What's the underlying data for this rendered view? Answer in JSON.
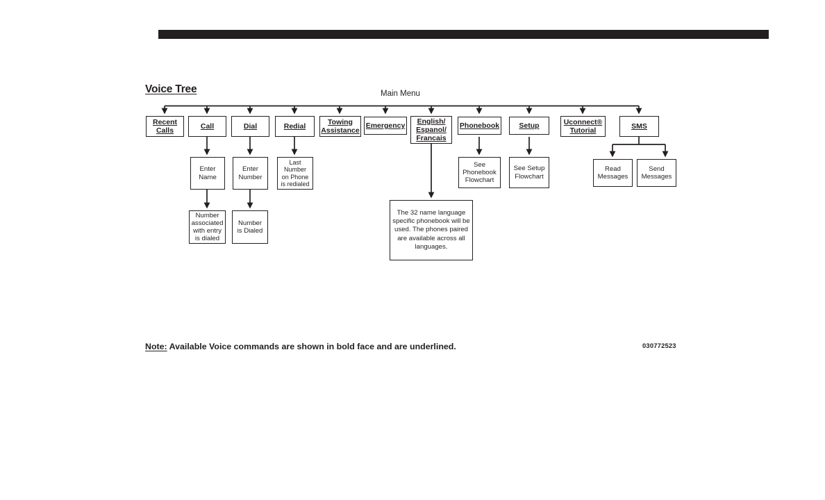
{
  "page": {
    "background_color": "#ffffff",
    "ink_color": "#231f20",
    "top_rule": {
      "present": true,
      "color": "#231f20"
    }
  },
  "diagram": {
    "title": "Voice Tree",
    "root_label": "Main Menu",
    "type": "flowchart",
    "level1": [
      {
        "id": "recent-calls",
        "lines": [
          "Recent",
          "Calls"
        ],
        "style": "command"
      },
      {
        "id": "call",
        "lines": [
          "Call"
        ],
        "style": "command"
      },
      {
        "id": "dial",
        "lines": [
          "Dial"
        ],
        "style": "command"
      },
      {
        "id": "redial",
        "lines": [
          "Redial"
        ],
        "style": "command"
      },
      {
        "id": "towing-assistance",
        "lines": [
          "Towing",
          "Assistance"
        ],
        "style": "command"
      },
      {
        "id": "emergency",
        "lines": [
          "Emergency"
        ],
        "style": "command"
      },
      {
        "id": "language",
        "lines": [
          "English/",
          "Espanol/",
          "Francais"
        ],
        "style": "command"
      },
      {
        "id": "phonebook",
        "lines": [
          "Phonebook"
        ],
        "style": "command"
      },
      {
        "id": "setup",
        "lines": [
          "Setup"
        ],
        "style": "command"
      },
      {
        "id": "uconnect-tutorial",
        "lines": [
          "Uconnect®",
          "Tutorial"
        ],
        "style": "command"
      },
      {
        "id": "sms",
        "lines": [
          "SMS"
        ],
        "style": "command"
      }
    ],
    "level2": [
      {
        "id": "enter-name",
        "parent": "call",
        "lines": [
          "Enter",
          "Name"
        ],
        "style": "description"
      },
      {
        "id": "enter-number",
        "parent": "dial",
        "lines": [
          "Enter",
          "Number"
        ],
        "style": "description"
      },
      {
        "id": "last-number",
        "parent": "redial",
        "lines": [
          "Last",
          "Number",
          "on Phone",
          "is redialed"
        ],
        "style": "description"
      },
      {
        "id": "see-phonebook",
        "parent": "phonebook",
        "lines": [
          "See",
          "Phonebook",
          "Flowchart"
        ],
        "style": "description"
      },
      {
        "id": "see-setup",
        "parent": "setup",
        "lines": [
          "See Setup",
          "Flowchart"
        ],
        "style": "description"
      },
      {
        "id": "read-messages",
        "parent": "sms",
        "lines": [
          "Read",
          "Messages"
        ],
        "style": "description"
      },
      {
        "id": "send-messages",
        "parent": "sms",
        "lines": [
          "Send",
          "Messages"
        ],
        "style": "description"
      },
      {
        "id": "language-note",
        "parent": "language",
        "lines": [
          "The 32 name language",
          "specific phonebook will be",
          "used. The phones paired",
          "are available across all",
          "languages."
        ],
        "style": "note"
      }
    ],
    "level3": [
      {
        "id": "number-associated",
        "parent": "enter-name",
        "lines": [
          "Number",
          "associated",
          "with entry",
          "is dialed"
        ],
        "style": "description"
      },
      {
        "id": "number-dialed",
        "parent": "enter-number",
        "lines": [
          "Number",
          "is Dialed"
        ],
        "style": "description"
      }
    ]
  },
  "footer": {
    "note_label": "Note:",
    "note_text": " Available Voice commands are shown in bold face and are underlined.",
    "figure_id": "030772523"
  }
}
